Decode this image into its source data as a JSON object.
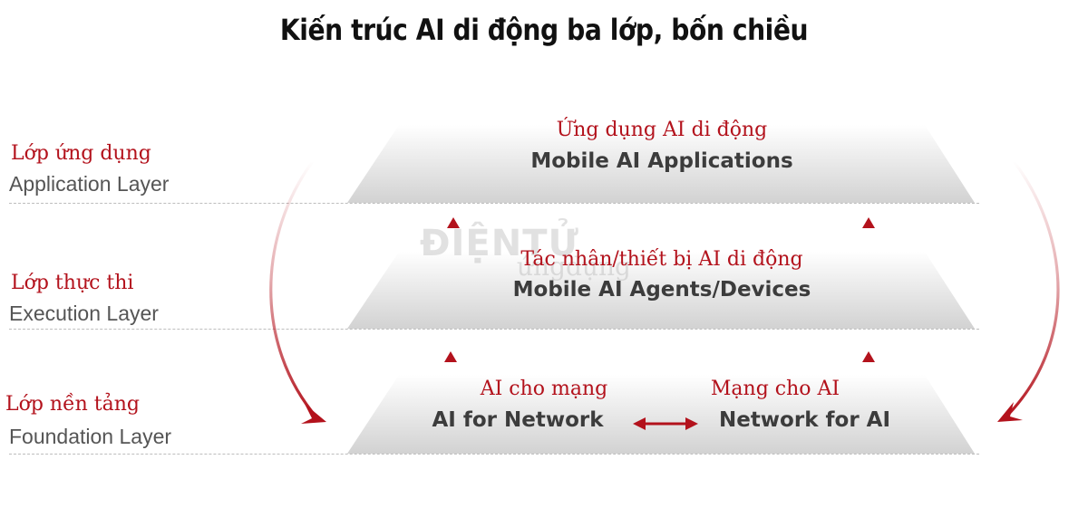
{
  "title": "Kiến trúc AI di động ba lớp, bốn chiều",
  "layers": [
    {
      "label_vi": "Lớp ứng dụng",
      "label_en": "Application Layer"
    },
    {
      "label_vi": "Lớp thực thi",
      "label_en": "Execution  Layer"
    },
    {
      "label_vi": "Lớp nền tảng",
      "label_en": "Foundation Layer"
    }
  ],
  "slabs": {
    "application": {
      "vi": "Ứng dụng AI di động",
      "en": "Mobile AI Applications"
    },
    "execution": {
      "vi": "Tác nhân/thiết bị AI di động",
      "en": "Mobile AI Agents/Devices"
    },
    "foundation_left": {
      "vi": "AI cho mạng",
      "en": "AI for Network"
    },
    "foundation_right": {
      "vi": "Mạng cho AI",
      "en": "Network for AI"
    }
  },
  "watermark": {
    "line1": "ĐIỆNTỬ",
    "line2": "ứngdụng"
  },
  "colors": {
    "accent": "#b3121c",
    "slab": "#dcdcdc",
    "text": "#3c3c3c",
    "label_en": "#555555"
  }
}
